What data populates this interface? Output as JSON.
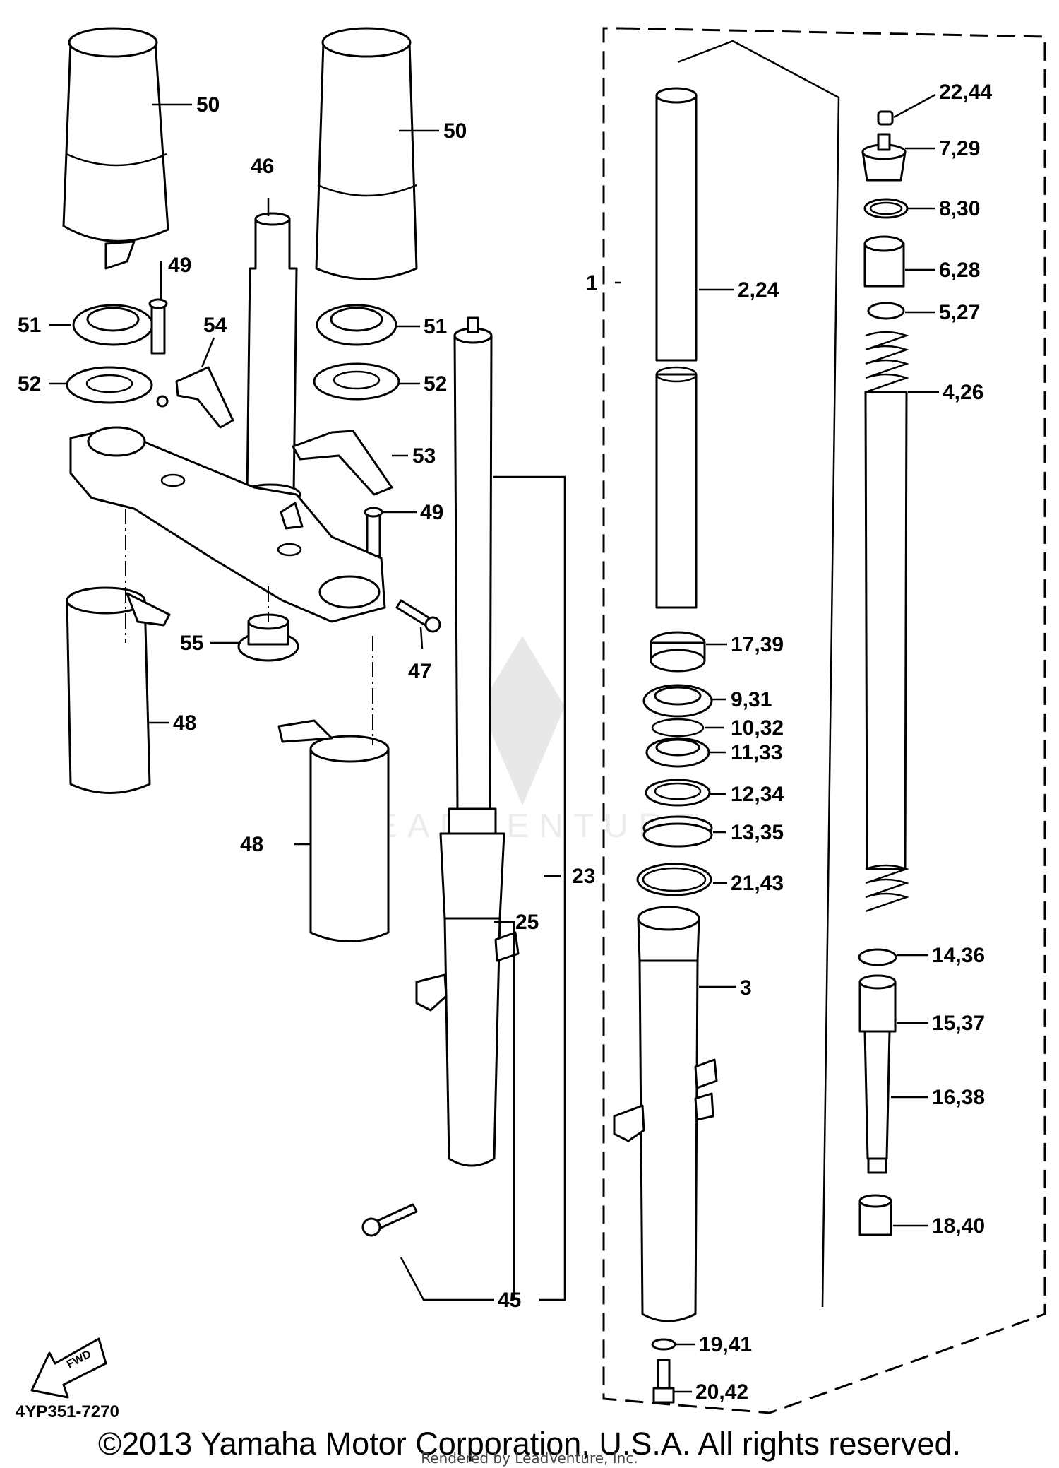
{
  "diagram": {
    "code": "4YP351-7270",
    "fwd_label": "FWD",
    "watermark_text": "LEADVENTURE",
    "copyright": "©2013 Yamaha Motor Corporation, U.S.A. All rights reserved.",
    "rendered_by": "Rendered by LeadVenture, Inc.",
    "callouts": {
      "p1": "1",
      "p2_24": "2,24",
      "p3": "3",
      "p4_26": "4,26",
      "p5_27": "5,27",
      "p6_28": "6,28",
      "p7_29": "7,29",
      "p8_30": "8,30",
      "p9_31": "9,31",
      "p10_32": "10,32",
      "p11_33": "11,33",
      "p12_34": "12,34",
      "p13_35": "13,35",
      "p14_36": "14,36",
      "p15_37": "15,37",
      "p16_38": "16,38",
      "p17_39": "17,39",
      "p18_40": "18,40",
      "p19_41": "19,41",
      "p20_42": "20,42",
      "p21_43": "21,43",
      "p22_44": "22,44",
      "p23": "23",
      "p25": "25",
      "p45": "45",
      "p46": "46",
      "p47": "47",
      "p48a": "48",
      "p48b": "48",
      "p49a": "49",
      "p49b": "49",
      "p50a": "50",
      "p50b": "50",
      "p51a": "51",
      "p51b": "51",
      "p52a": "52",
      "p52b": "52",
      "p53": "53",
      "p54": "54",
      "p55": "55"
    }
  }
}
